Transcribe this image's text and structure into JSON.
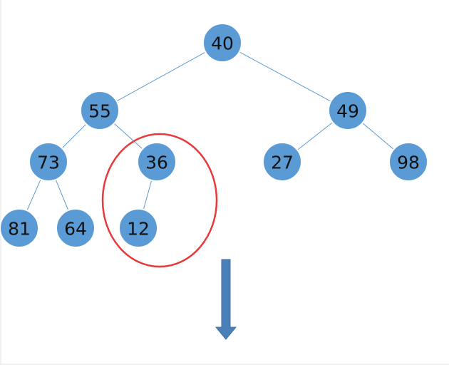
{
  "diagram": {
    "type": "binary-tree",
    "colors": {
      "node_fill": "#5b9bd5",
      "edge": "#5b9bd5",
      "highlight": "#e8393b",
      "arrow": "#4a7fb8"
    },
    "nodes": [
      {
        "id": "n40",
        "label": "40"
      },
      {
        "id": "n55",
        "label": "55"
      },
      {
        "id": "n49",
        "label": "49"
      },
      {
        "id": "n73",
        "label": "73"
      },
      {
        "id": "n36",
        "label": "36"
      },
      {
        "id": "n27",
        "label": "27"
      },
      {
        "id": "n98",
        "label": "98"
      },
      {
        "id": "n81",
        "label": "81"
      },
      {
        "id": "n64",
        "label": "64"
      },
      {
        "id": "n12",
        "label": "12"
      }
    ],
    "edges": [
      [
        "n40",
        "n55"
      ],
      [
        "n40",
        "n49"
      ],
      [
        "n55",
        "n73"
      ],
      [
        "n55",
        "n36"
      ],
      [
        "n49",
        "n27"
      ],
      [
        "n49",
        "n98"
      ],
      [
        "n73",
        "n81"
      ],
      [
        "n73",
        "n64"
      ],
      [
        "n36",
        "n12"
      ]
    ],
    "highlighted_subtree": [
      "n36",
      "n12"
    ]
  }
}
